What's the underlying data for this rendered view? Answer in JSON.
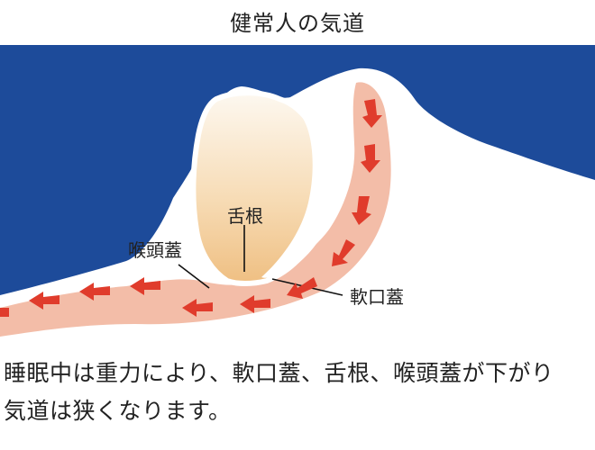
{
  "title": "健常人の気道",
  "labels": {
    "tongue_base": "舌根",
    "epiglottis": "喉頭蓋",
    "soft_palate": "軟口蓋"
  },
  "caption": {
    "line1": "睡眠中は重力により、軟口蓋、舌根、喉頭蓋が下がり",
    "line2": "気道は狭くなります。"
  },
  "colors": {
    "background_blue": "#1d4b9a",
    "airway_pink": "#f3bda8",
    "airflow_arrow": "#e03c2c",
    "tongue_orange": "#f0c58a"
  }
}
